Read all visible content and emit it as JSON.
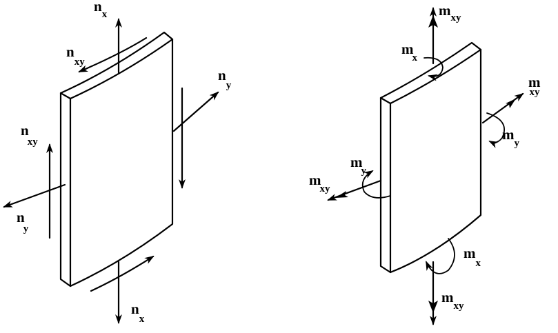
{
  "labels": {
    "nx": {
      "base": "n",
      "sub": "x"
    },
    "ny": {
      "base": "n",
      "sub": "y"
    },
    "nxy": {
      "base": "n",
      "sub": "xy"
    },
    "mx": {
      "base": "m",
      "sub": "x"
    },
    "my": {
      "base": "m",
      "sub": "y"
    },
    "mxy": {
      "base": "m",
      "sub": "xy"
    }
  }
}
